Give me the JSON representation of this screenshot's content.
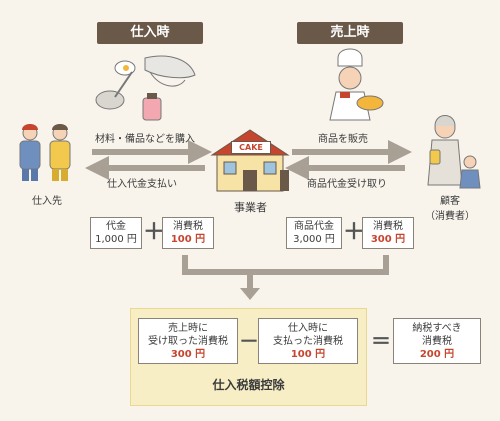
{
  "purchase": {
    "tag": "仕入時",
    "supplier": "仕入先",
    "buy_label": "材料・備品などを購入",
    "pay_label": "仕入代金支払い",
    "price_line1": "代金",
    "price_line2": "1,000 円",
    "tax_line1": "消費税",
    "tax_line2": "100 円"
  },
  "sales": {
    "tag": "売上時",
    "sell_label": "商品を販売",
    "receive_label": "商品代金受け取り",
    "customer_line1": "顧客",
    "customer_line2": "（消費者）",
    "price_line1": "商品代金",
    "price_line2": "3,000 円",
    "tax_line1": "消費税",
    "tax_line2": "300 円"
  },
  "business": {
    "label": "事業者",
    "sign": "CAKE"
  },
  "calc": {
    "received_line1": "売上時に",
    "received_line2": "受け取った消費税",
    "received_amount": "300 円",
    "minus": "－",
    "paid_line1": "仕入時に",
    "paid_line2": "支払った消費税",
    "paid_amount": "100 円",
    "equals": "＝",
    "due_line1": "納税すべき",
    "due_line2": "消費税",
    "due_amount": "200 円",
    "caption": "仕入税額控除",
    "plus": "＋"
  },
  "colors": {
    "background": "#f8f4ec",
    "tag_bg": "#6a5848",
    "arrow": "#a89f95",
    "highlight": "#f8eec6",
    "accent_red": "#c6452f"
  }
}
